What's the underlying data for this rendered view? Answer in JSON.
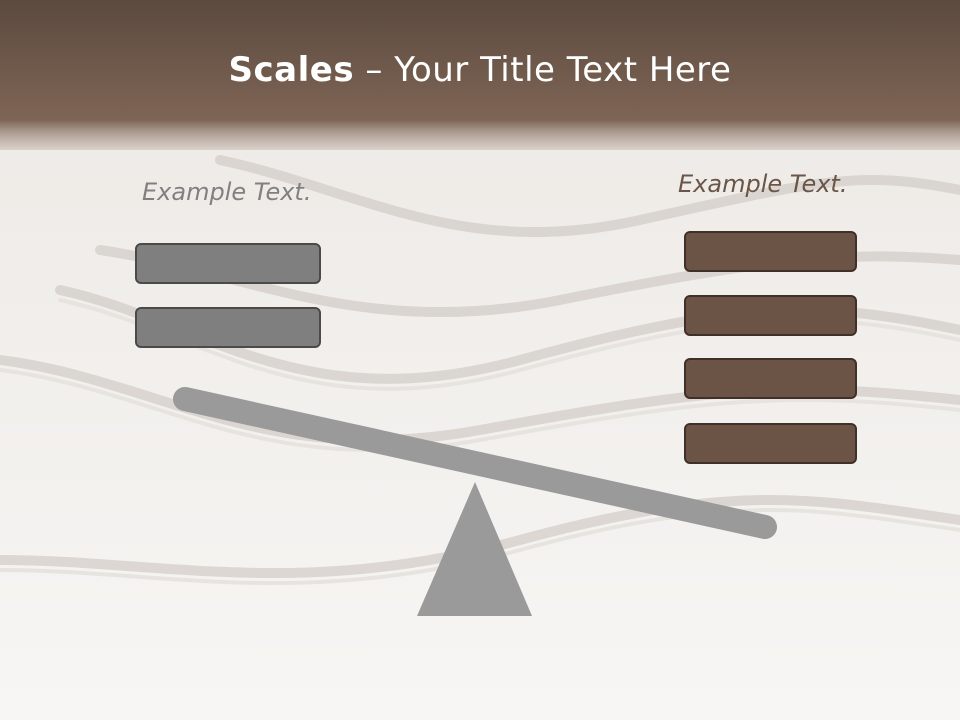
{
  "slide": {
    "title_bold": "Scales",
    "title_rest": " – Your Title Text Here"
  },
  "left": {
    "label": "Example Text.",
    "boxes": 2,
    "color": "#7f7f7f"
  },
  "right": {
    "label": "Example Text.",
    "boxes": 4,
    "color": "#6b5446"
  },
  "colors": {
    "title_bar_top": "#5b4a3f",
    "title_bar_bottom": "#8a7060",
    "beam": "#9a9a9a",
    "fulcrum": "#9a9a9a"
  }
}
